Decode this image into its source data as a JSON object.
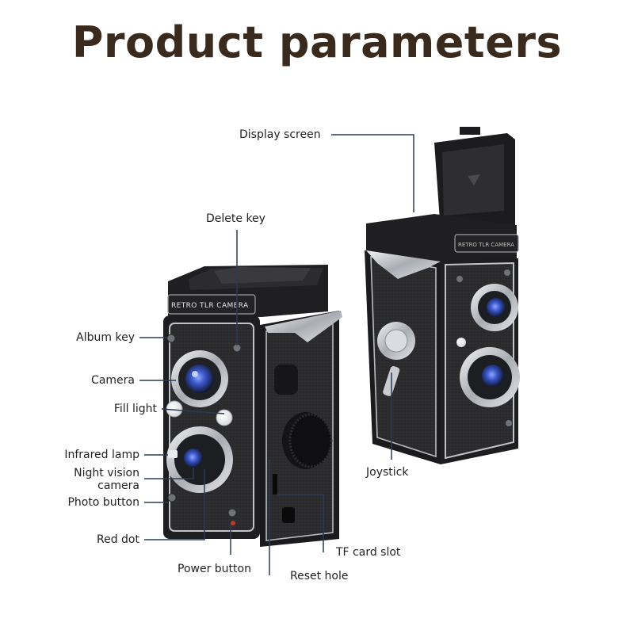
{
  "title": "Product parameters",
  "labels": {
    "display_screen": "Display screen",
    "delete_key": "Delete key",
    "album_key": "Album key",
    "camera": "Camera",
    "fill_light": "Fill light",
    "infrared_lamp": "Infrared lamp",
    "night_vision_line1": "Night vision",
    "night_vision_line2": "camera",
    "photo_button": "Photo button",
    "red_dot": "Red dot",
    "power_button": "Power button",
    "reset_hole": "Reset hole",
    "tf_card_slot": "TF card slot",
    "joystick": "Joystick"
  },
  "brand_text": "RETRO TLR CAMERA",
  "colors": {
    "title": "#3a2a1e",
    "leader_line": "#2b3a55",
    "body_dark": "#1e1e20",
    "leather": "#2a2a2c",
    "chrome": "#c9ccd1",
    "lens_blue": "#3a56c9"
  }
}
